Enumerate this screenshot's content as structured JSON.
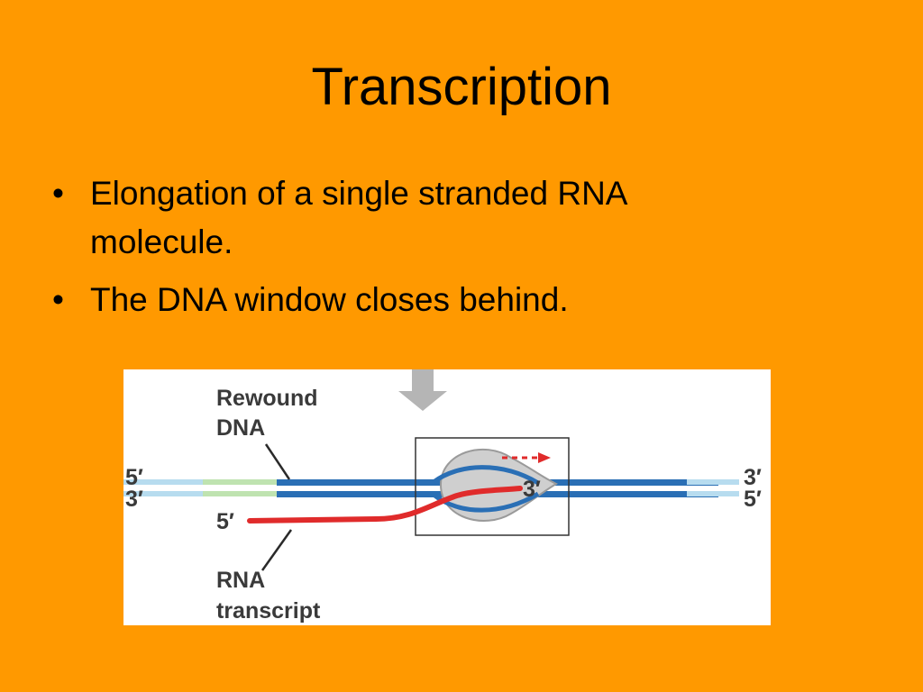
{
  "slide": {
    "title": "Transcription",
    "bullets": [
      "Elongation of a single stranded RNA molecule.",
      "The DNA window closes behind."
    ],
    "bullet_symbol": "•"
  },
  "diagram": {
    "labels": {
      "rewound": "Rewound",
      "dna": "DNA",
      "rna": "RNA",
      "transcript": "transcript",
      "left_top_end": "5′",
      "left_bottom_end": "3′",
      "right_top_end": "3′",
      "right_bottom_end": "5′",
      "rna_start": "5′",
      "rna_end": "3′"
    },
    "colors": {
      "background": "#FF9900",
      "dna_strand": "#2a6fb5",
      "dna_unwound_light": "#b7dcef",
      "rewound_green": "#bfe3b0",
      "rna_strand": "#e02b2b",
      "bubble": "#cfcfcf",
      "arrow_gray": "#b5b5b5",
      "box_border": "#333333"
    }
  }
}
